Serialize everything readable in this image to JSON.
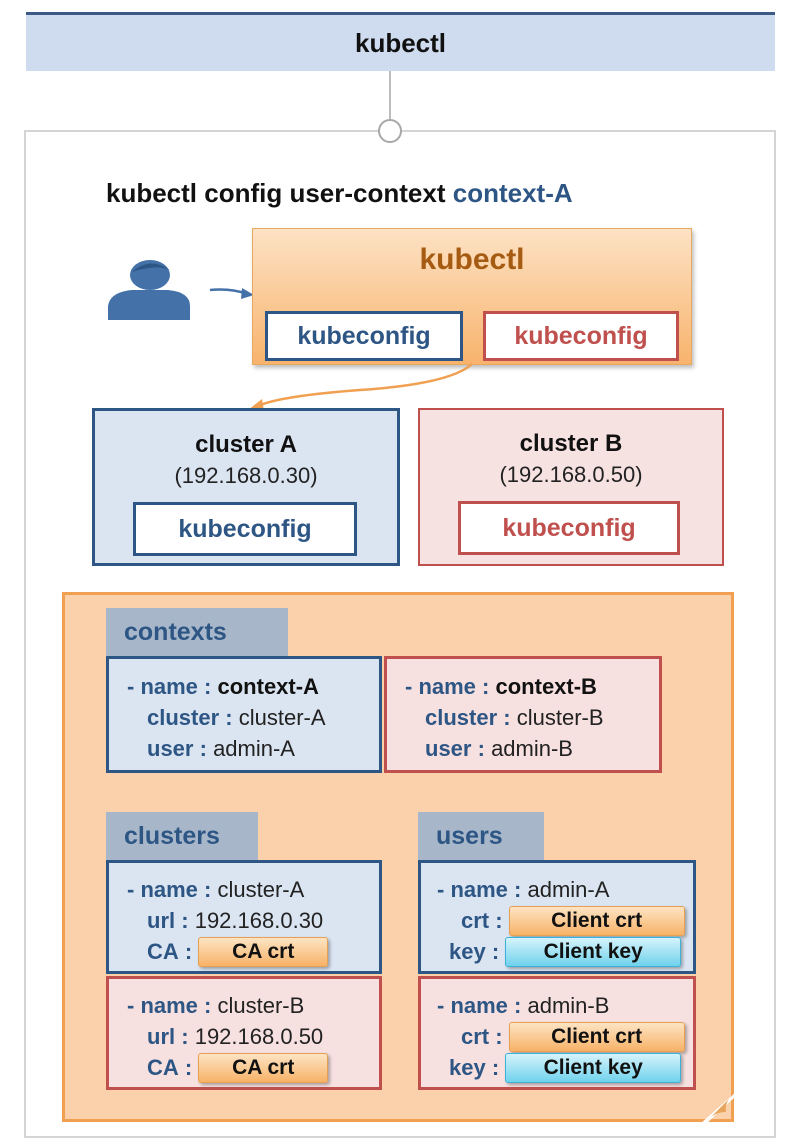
{
  "header": {
    "title": "kubectl"
  },
  "command": {
    "prefix": "kubectl config user-context",
    "target": "context-A"
  },
  "kubectl_box": {
    "title": "kubectl",
    "kubeconfig_1": "kubeconfig",
    "kubeconfig_2": "kubeconfig"
  },
  "clusters_top": [
    {
      "name": "cluster A",
      "ip": "(192.168.0.30)",
      "kubeconfig": "kubeconfig"
    },
    {
      "name": "cluster B",
      "ip": "(192.168.0.50)",
      "kubeconfig": "kubeconfig"
    }
  ],
  "sections": {
    "contexts": "contexts",
    "clusters": "clusters",
    "users": "users"
  },
  "contexts": [
    {
      "name_key": "- name",
      "name_val": "context-A",
      "cluster_key": "cluster",
      "cluster_val": "cluster-A",
      "user_key": "user",
      "user_val": "admin-A"
    },
    {
      "name_key": "- name",
      "name_val": "context-B",
      "cluster_key": "cluster",
      "cluster_val": "cluster-B",
      "user_key": "user",
      "user_val": "admin-B"
    }
  ],
  "clusters": [
    {
      "name_key": "- name",
      "name_val": "cluster-A",
      "url_key": "url",
      "url_val": "192.168.0.30",
      "ca_key": "CA",
      "ca_val": "CA crt"
    },
    {
      "name_key": "- name",
      "name_val": "cluster-B",
      "url_key": "url",
      "url_val": "192.168.0.50",
      "ca_key": "CA",
      "ca_val": "CA crt"
    }
  ],
  "users": [
    {
      "name_key": "- name",
      "name_val": "admin-A",
      "crt_key": "crt",
      "crt_val": "Client crt",
      "key_key": "key",
      "key_val": "Client key"
    },
    {
      "name_key": "- name",
      "name_val": "admin-B",
      "crt_key": "crt",
      "crt_val": "Client crt",
      "key_key": "key",
      "key_val": "Client key"
    }
  ],
  "sep": ":",
  "colors": {
    "blue": "#2e5685",
    "red": "#c0504d",
    "orange": "#f0a050",
    "panel": "#fad1ab",
    "header": "#cfdcf0"
  },
  "icons": {
    "user": "user-icon",
    "arrow": "arrow-right-icon"
  }
}
